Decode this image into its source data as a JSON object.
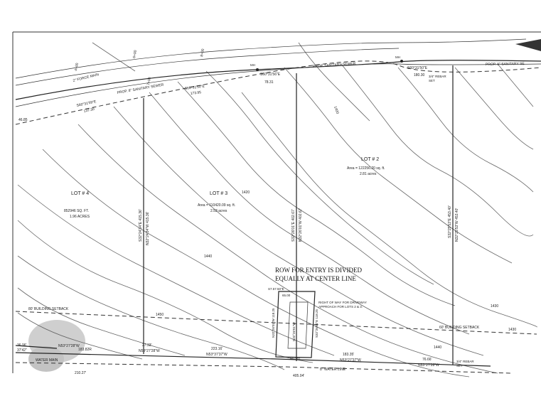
{
  "lots": [
    {
      "name": "LOT # 4",
      "area": "852946 SQ. FT.",
      "acres": "1.96 ACRES"
    },
    {
      "name": "LOT # 3",
      "area": "Area = 110420.09 sq. ft.",
      "acres": "2.53 acres"
    },
    {
      "name": "LOT # 2",
      "area": "Area = 122256.20 sq. ft.",
      "acres": "2.81 acres"
    }
  ],
  "lot_lines": {
    "lot4_lot3": [
      "S32°24'34\"E 415.36'",
      "N32°24'34\"W 415.36'"
    ],
    "lot3_lot2": [
      "S32°26'01\"E 402.67'",
      "N32°26'01\"W 402.67'"
    ],
    "lot2_east": [
      "S32°25'53\"E 453.40'",
      "N32°25'53\"W 453.40'"
    ]
  },
  "sewer": {
    "force_main": "2\" FORCE MAIN",
    "sanitary_left": "PROP. 8\" SANITARY SEWER",
    "sanitary_mid": "PROP. SANITARY SEWER",
    "sanitary_right": "PROP. 8\" SANITARY SE",
    "mh": "MH",
    "bearing_1": "S60°31'59\"E",
    "dist_1": "137.30",
    "bearing_2": "S60°31'50\"E",
    "dist_2": "173.95",
    "bearing_3": "S60°31'56\"E",
    "dist_3": "78.31",
    "bearing_4": "S60°31'50\"E",
    "dist_4": "180.30",
    "rebar_top": "3/4\" REBAR",
    "set_top": "SET"
  },
  "stations": [
    "4+00",
    "6+00",
    "7+00",
    "8+00"
  ],
  "contour_labels": [
    "1400",
    "1420",
    "1440",
    "1450",
    "1430",
    "1440",
    "1430"
  ],
  "row_note": [
    "ROW FOR ENTRY IS DIVIDED",
    "EQUALLY AT CENTER LINE"
  ],
  "easement": {
    "note": [
      "RIGHT OF WAY FOR DRIVEWAY",
      "APPROACH FOR LOTS 2 & 3."
    ],
    "top_bearing": "S7.57.50\"E",
    "top_dist": "65.00",
    "left": "N32°26'01\"W 118.25",
    "right": "S32°26'01\"E 118.25",
    "inner": "N32°26'01\"W",
    "bottom": "60.000"
  },
  "setbacks": {
    "left": "80' BUILDING SETBACK",
    "right": "60' BUILDING SETBACK"
  },
  "bottom": {
    "d1": "183.82R",
    "b1": "N53°27'28\"W",
    "d2": "27.33'",
    "b2": "N53°27'28\"W",
    "d3": "223.16'",
    "b3": "N53°37'37\"W",
    "d4": "183.35'",
    "b4": "N53°27'37\"W",
    "d5": "76.66'",
    "b5": "N53°27'28\"W",
    "rebar": "3/4\" REBAR",
    "set": "SET",
    "water_left": "WATER MAIN",
    "water_right": "8\" WATER LINE",
    "total": "405.04'",
    "d6": "210.27'",
    "left_edge_1": "36.96'",
    "left_edge_2": "37'42\"",
    "mark": "46.85"
  },
  "colors": {
    "ink": "#222222",
    "contour": "#666666",
    "paper": "#ffffff"
  }
}
